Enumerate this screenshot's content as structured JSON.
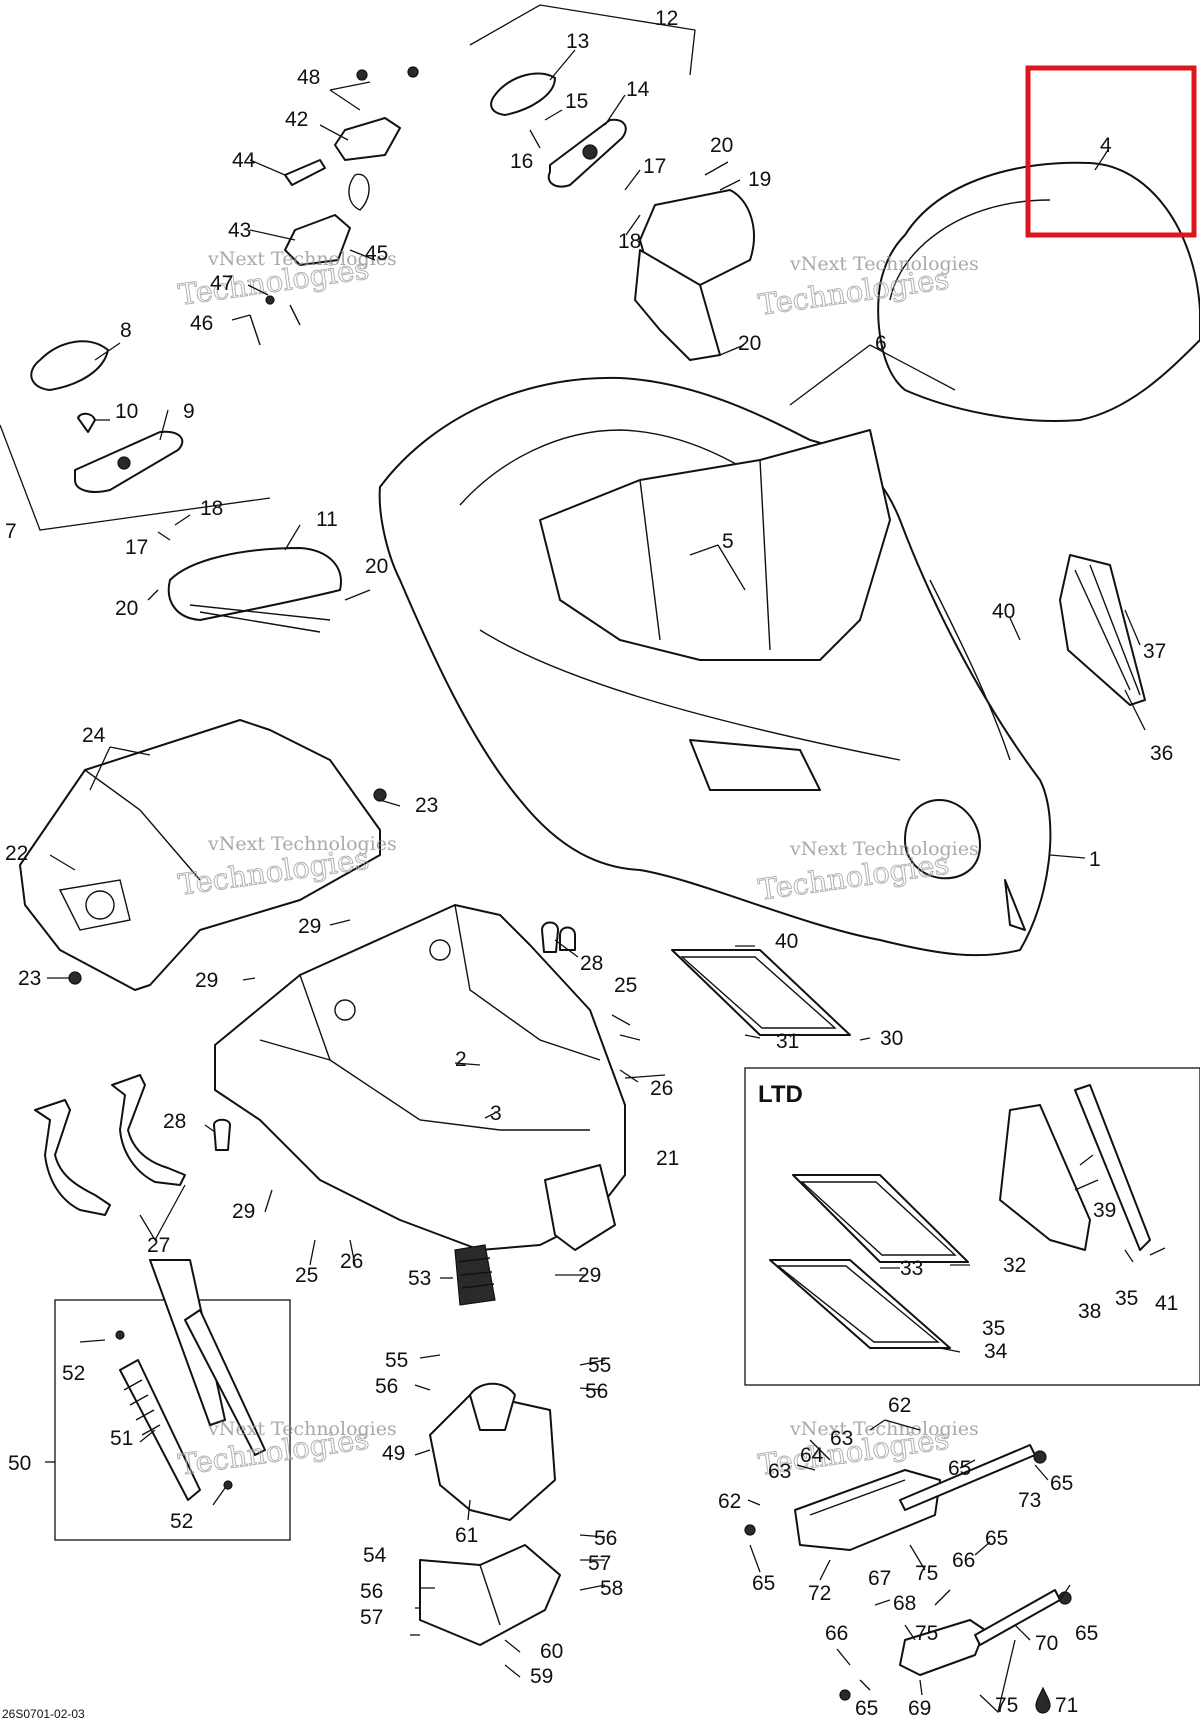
{
  "diagram": {
    "reference_code": "26S0701-02-03",
    "ltd_box_title": "LTD",
    "highlight_color": "#e0141c",
    "watermark": {
      "line1": "vNext Technologies",
      "line2": "Technologies",
      "line3": "vNext"
    },
    "callouts": {
      "c1": "1",
      "c2": "2",
      "c3": "3",
      "c4": "4",
      "c5": "5",
      "c6": "6",
      "c7": "7",
      "c8": "8",
      "c9": "9",
      "c10": "10",
      "c11": "11",
      "c12": "12",
      "c13": "13",
      "c14": "14",
      "c15": "15",
      "c16": "16",
      "c17a": "17",
      "c17b": "17",
      "c18a": "18",
      "c18b": "18",
      "c19": "19",
      "c20a": "20",
      "c20b": "20",
      "c20c": "20",
      "c20d": "20",
      "c21": "21",
      "c22": "22",
      "c23a": "23",
      "c23b": "23",
      "c24": "24",
      "c25a": "25",
      "c25b": "25",
      "c26a": "26",
      "c26b": "26",
      "c27": "27",
      "c28a": "28",
      "c28b": "28",
      "c29a": "29",
      "c29b": "29",
      "c29c": "29",
      "c29d": "29",
      "c30": "30",
      "c31": "31",
      "c32": "32",
      "c33": "33",
      "c34": "34",
      "c35a": "35",
      "c35b": "35",
      "c36": "36",
      "c37": "37",
      "c38": "38",
      "c39": "39",
      "c40a": "40",
      "c40b": "40",
      "c41": "41",
      "c42": "42",
      "c43": "43",
      "c44": "44",
      "c45": "45",
      "c46": "46",
      "c47": "47",
      "c48": "48",
      "c49": "49",
      "c50": "50",
      "c51": "51",
      "c52a": "52",
      "c52b": "52",
      "c53": "53",
      "c54": "54",
      "c55a": "55",
      "c55b": "55",
      "c56a": "56",
      "c56b": "56",
      "c56c": "56",
      "c56d": "56",
      "c57a": "57",
      "c57b": "57",
      "c58": "58",
      "c59": "59",
      "c60": "60",
      "c61": "61",
      "c62a": "62",
      "c62b": "62",
      "c63a": "63",
      "c63b": "63",
      "c64": "64",
      "c65a": "65",
      "c65b": "65",
      "c65c": "65",
      "c65d": "65",
      "c65e": "65",
      "c65f": "65",
      "c66a": "66",
      "c66b": "66",
      "c67": "67",
      "c68": "68",
      "c69": "69",
      "c70": "70",
      "c71": "71",
      "c72": "72",
      "c73": "73",
      "c75a": "75",
      "c75b": "75",
      "c75c": "75"
    }
  }
}
